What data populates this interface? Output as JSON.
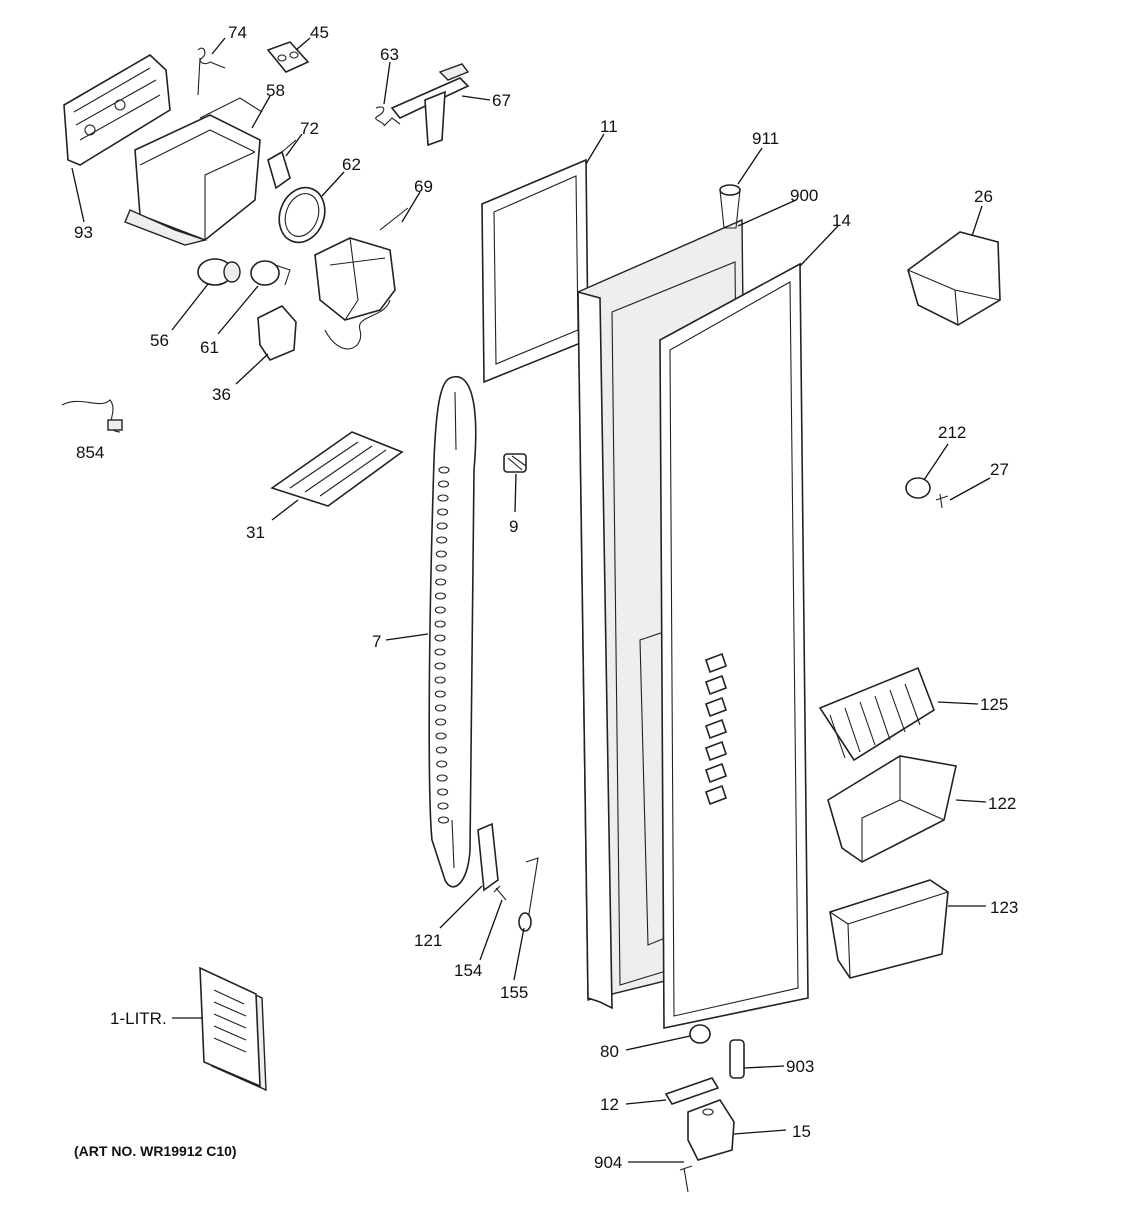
{
  "art_number": "(ART NO. WR19912 C10)",
  "labels": {
    "p74": "74",
    "p45": "45",
    "p63": "63",
    "p67": "67",
    "p58": "58",
    "p72": "72",
    "p62": "62",
    "p69": "69",
    "p93": "93",
    "p56": "56",
    "p61": "61",
    "p36": "36",
    "p854": "854",
    "p31": "31",
    "p9": "9",
    "p7": "7",
    "p11": "11",
    "p911": "911",
    "p900": "900",
    "p14": "14",
    "p26": "26",
    "p212": "212",
    "p27": "27",
    "p125": "125",
    "p122": "122",
    "p123": "123",
    "p121": "121",
    "p154": "154",
    "p155": "155",
    "p1litr": "1-LITR.",
    "p80": "80",
    "p903": "903",
    "p12": "12",
    "p15": "15",
    "p904": "904"
  }
}
